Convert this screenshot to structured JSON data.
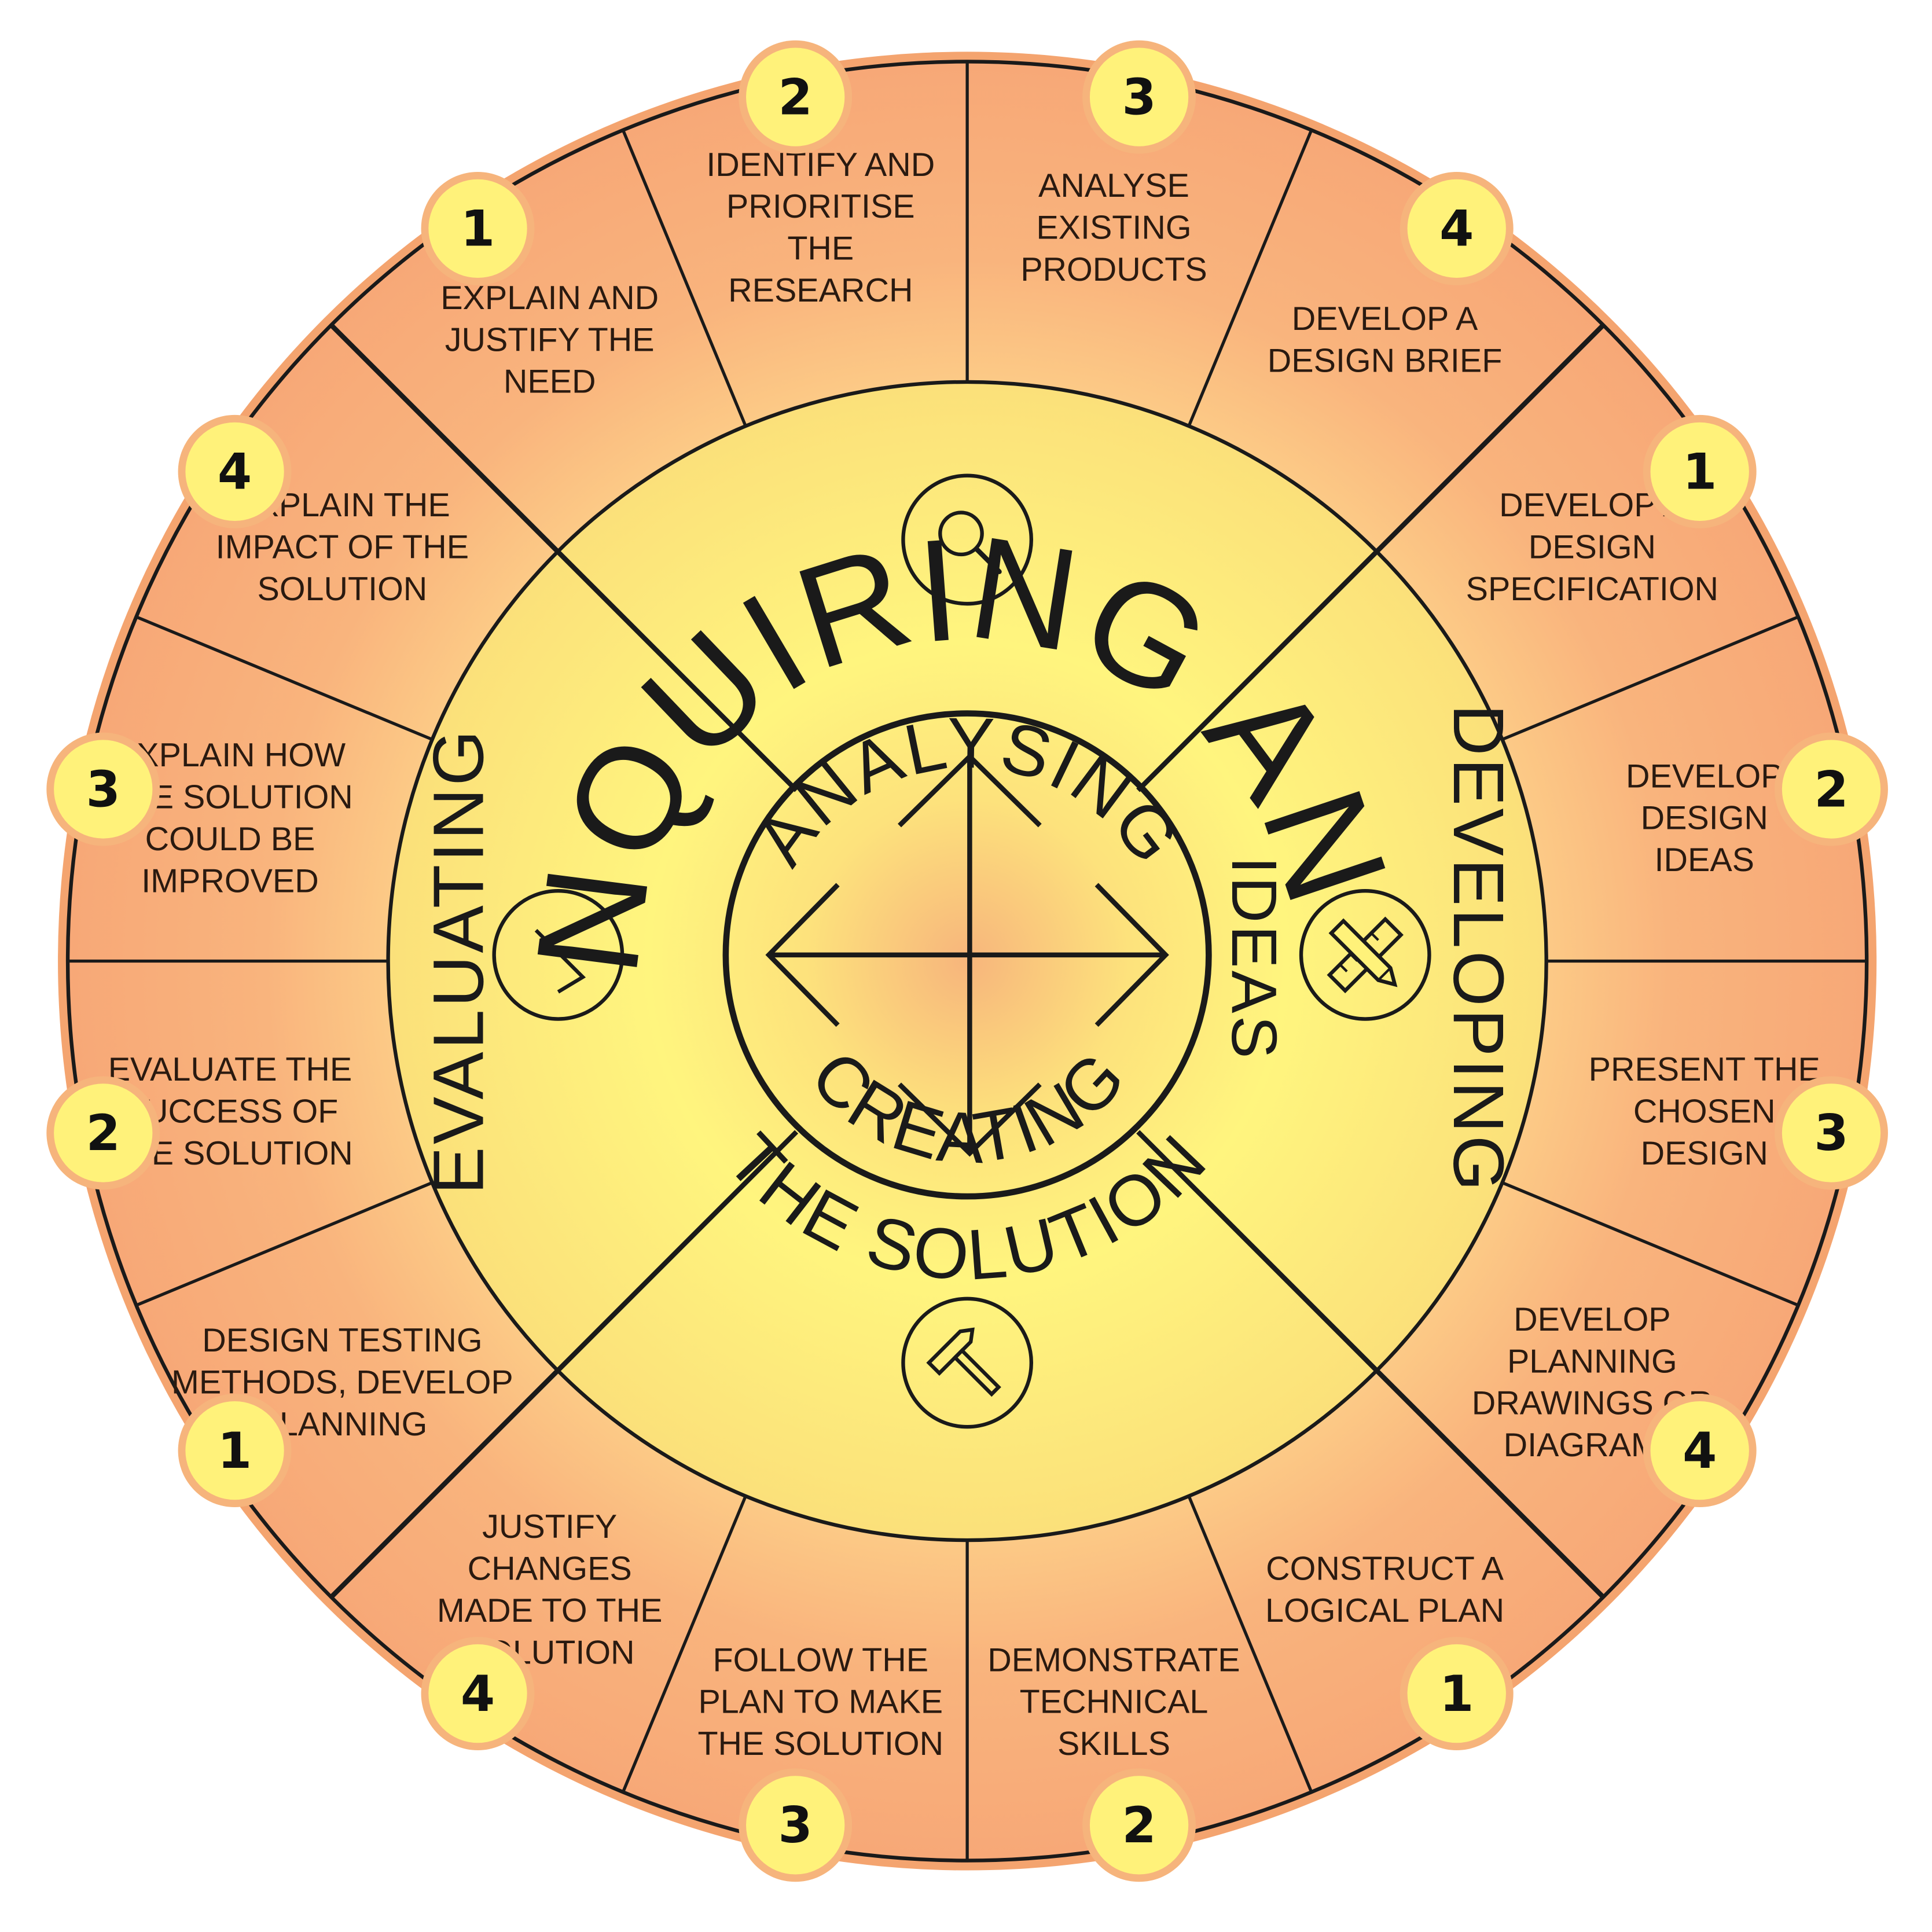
{
  "stages": [
    {
      "id": "inquiring",
      "label": "INQUIRING AND",
      "icon": "magnifier-icon"
    },
    {
      "id": "analysing",
      "label": "ANALYSING",
      "icon": ""
    },
    {
      "id": "developing",
      "label": "DEVELOPING",
      "icon": "pencil-ruler-icon"
    },
    {
      "id": "ideas",
      "label": "IDEAS",
      "icon": ""
    },
    {
      "id": "creating",
      "label": "CREATING",
      "icon": "hammer-icon"
    },
    {
      "id": "the-solution",
      "label": "THE SOLUTION",
      "icon": ""
    },
    {
      "id": "evaluating",
      "label": "EVALUATING",
      "icon": "checkmark-icon"
    }
  ],
  "segments": [
    {
      "number": "1",
      "lines": [
        "EXPLAIN AND",
        "JUSTIFY THE",
        "NEED"
      ]
    },
    {
      "number": "2",
      "lines": [
        "IDENTIFY AND",
        "PRIORITISE",
        "THE",
        "RESEARCH"
      ]
    },
    {
      "number": "3",
      "lines": [
        "ANALYSE",
        "EXISTING",
        "PRODUCTS"
      ]
    },
    {
      "number": "4",
      "lines": [
        "DEVELOP A",
        "DESIGN BRIEF"
      ]
    },
    {
      "number": "1",
      "lines": [
        "DEVELOP A",
        "DESIGN",
        "SPECIFICATION"
      ]
    },
    {
      "number": "2",
      "lines": [
        "DEVELOP",
        "DESIGN",
        "IDEAS"
      ]
    },
    {
      "number": "3",
      "lines": [
        "PRESENT THE",
        "CHOSEN",
        "DESIGN"
      ]
    },
    {
      "number": "4",
      "lines": [
        "DEVELOP",
        "PLANNING",
        "DRAWINGS OR",
        "DIAGRAMS"
      ]
    },
    {
      "number": "1",
      "lines": [
        "CONSTRUCT A",
        "LOGICAL PLAN"
      ]
    },
    {
      "number": "2",
      "lines": [
        "DEMONSTRATE",
        "TECHNICAL",
        "SKILLS"
      ]
    },
    {
      "number": "3",
      "lines": [
        "FOLLOW THE",
        "PLAN TO MAKE",
        "THE SOLUTION"
      ]
    },
    {
      "number": "4",
      "lines": [
        "JUSTIFY",
        "CHANGES",
        "MADE TO THE",
        "SOLUTION"
      ]
    },
    {
      "number": "1",
      "lines": [
        "DESIGN TESTING",
        "METHODS, DEVELOP",
        "PLANNING"
      ]
    },
    {
      "number": "2",
      "lines": [
        "EVALUATE THE",
        "SUCCESS OF",
        "THE SOLUTION"
      ]
    },
    {
      "number": "3",
      "lines": [
        "EXPLAIN HOW",
        "THE SOLUTION",
        "COULD BE",
        "IMPROVED"
      ]
    },
    {
      "number": "4",
      "lines": [
        "EXPLAIN THE",
        "IMPACT OF THE",
        "SOLUTION"
      ]
    }
  ],
  "colors": {
    "outer_ring": "#f9b27c",
    "outer_ring_edge": "#f4a46f",
    "inner_glow": "#fff27a",
    "inner_center": "#f7c07c",
    "badge_fill": "#fff27a",
    "badge_stroke": "#f6b47c",
    "line": "#1a1a1a"
  }
}
